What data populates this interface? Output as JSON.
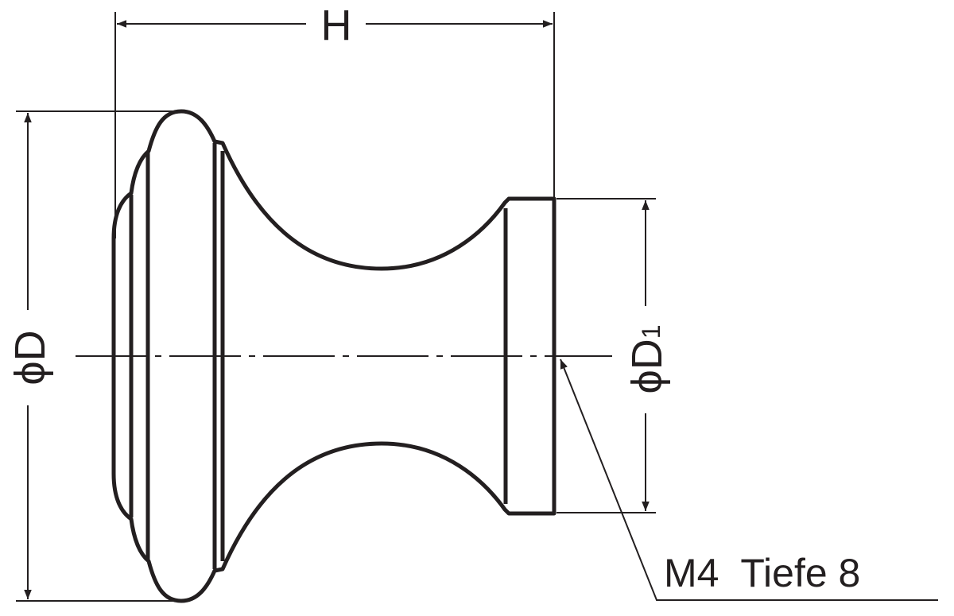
{
  "drawing": {
    "dimension_h": "H",
    "dimension_d": "ϕD",
    "dimension_d1_main": "ϕD",
    "dimension_d1_sub": "1",
    "thread_note": "M4  Tiefe 8"
  },
  "colors": {
    "line": "#231f20",
    "background": "#ffffff"
  }
}
